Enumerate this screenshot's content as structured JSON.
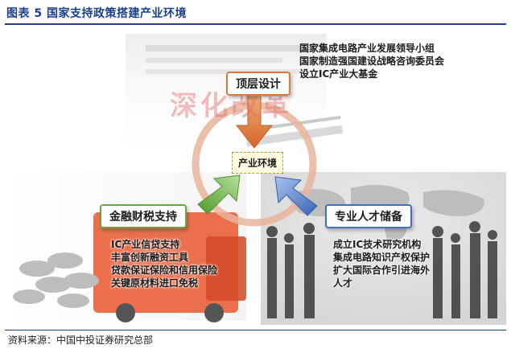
{
  "figure_title": "图表  5  国家支持政策搭建产业环境",
  "source": "资料来源：中国中投证券研究总部",
  "center": {
    "label": "产业环境"
  },
  "nodes": {
    "top": {
      "label": "顶层设计",
      "items": [
        "国家集成电路产业发展领导小组",
        "国家制造强国建设战略咨询委员会",
        "设立IC产业大基金"
      ]
    },
    "left": {
      "label": "金融财税支持",
      "items": [
        "IC产业信贷支持",
        "丰富创新融资工具",
        "贷款保证保险和信用保险",
        "关键原材料进口免税"
      ]
    },
    "right": {
      "label": "专业人才储备",
      "items": [
        "成立IC技术研究机构",
        "集成电路知识产权保护",
        "扩大国际合作引进海外",
        "人才"
      ]
    },
    "background_stamp": "深化改革"
  },
  "colors": {
    "title_blue": "#1b3f8c",
    "top_border": "#d77b3c",
    "left_border": "#64a93e",
    "right_border": "#3e6fc0",
    "arrow_top": "#e0874a",
    "arrow_left": "#8cc36a",
    "arrow_right": "#6e96d8",
    "ring": "#e7b49a"
  }
}
